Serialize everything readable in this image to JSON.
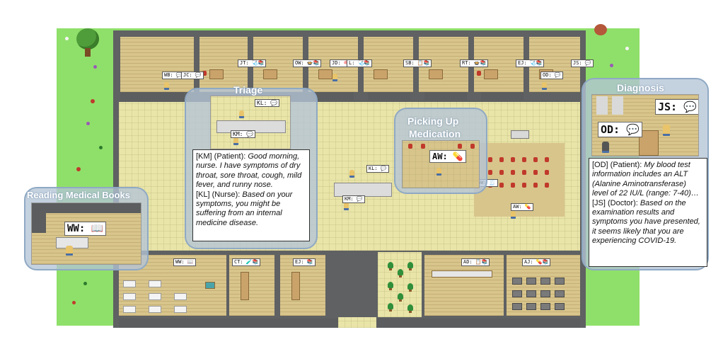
{
  "map": {
    "colors": {
      "grass": "#8fe06a",
      "floor": "#e9e4a8",
      "wall": "#5b5d5e",
      "callout": "#8fa9c4"
    },
    "agents": [
      {
        "id": "wb",
        "label": "WB: 💬"
      },
      {
        "id": "jc",
        "label": "JC: 💬"
      },
      {
        "id": "jt",
        "label": "JT: 🩺📚"
      },
      {
        "id": "ow",
        "label": "OW: 🍲📚"
      },
      {
        "id": "jd",
        "label": "JD: 🧠📚"
      },
      {
        "id": "l",
        "label": "L: 🩺📚"
      },
      {
        "id": "sb",
        "label": "SB: 📋📚"
      },
      {
        "id": "rt",
        "label": "RT: 🍲📚"
      },
      {
        "id": "ej-top",
        "label": "EJ: 🩺📚"
      },
      {
        "id": "od-top",
        "label": "OD: 💬"
      },
      {
        "id": "js-top",
        "label": "JS: 💬"
      },
      {
        "id": "kl-mid",
        "label": "KL: 💬"
      },
      {
        "id": "km-mid",
        "label": "KM: 💬"
      },
      {
        "id": "gw",
        "label": "GW: 🧾"
      },
      {
        "id": "aw-mid",
        "label": "AW: 💊"
      },
      {
        "id": "ww-bottom",
        "label": "WW: 📖"
      },
      {
        "id": "ct",
        "label": "CT: 🧪📚"
      },
      {
        "id": "ej-bottom",
        "label": "EJ: 📚"
      },
      {
        "id": "ad",
        "label": "AD: 📋📚"
      },
      {
        "id": "aj",
        "label": "AJ: 💊📚"
      }
    ]
  },
  "callouts": {
    "triage": {
      "title": "Triage",
      "tag_kl": "KL: 💬",
      "tag_km": "KM: 💬",
      "lines": [
        {
          "speaker": "[KM] (Patient): ",
          "text": "Good morning, nurse.  I have symptoms of dry throat, sore throat, cough, mild fever, and runny nose."
        },
        {
          "speaker": "[KL] (Nurse): ",
          "text": "Based on your symptoms, you might be suffering from an internal medicine disease."
        }
      ]
    },
    "medication": {
      "title_line1": "Picking Up",
      "title_line2": "Medication",
      "tag": "AW: 💊"
    },
    "diagnosis": {
      "title": "Diagnosis",
      "tag_js": "JS: 💬",
      "tag_od": "OD: 💬",
      "lines": [
        {
          "speaker": "[OD] (Patient): ",
          "text": "My blood test information includes an ALT (Alanine Aminotransferase) level of 22 IU/L (range: 7-40)…"
        },
        {
          "speaker": "[JS] (Doctor): ",
          "text": "Based on the examination results and symptoms you have presented, it seems likely that you are experiencing COVID-19."
        }
      ]
    },
    "reading": {
      "title": "Reading Medical Books",
      "tag": "WW: 📖"
    }
  }
}
